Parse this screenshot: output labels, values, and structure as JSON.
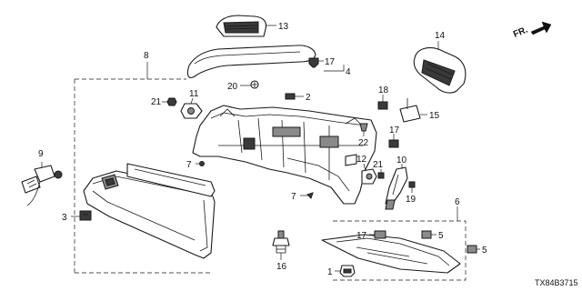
{
  "diagram": {
    "direction_label": "FR.",
    "diagram_code": "TX84B3715",
    "part_numbers": {
      "p1": "1",
      "p2": "2",
      "p3": "3",
      "p4": "4",
      "p5a": "5",
      "p5b": "5",
      "p6": "6",
      "p7a": "7",
      "p7b": "7",
      "p8": "8",
      "p9": "9",
      "p10": "10",
      "p11": "11",
      "p12": "12",
      "p13": "13",
      "p14": "14",
      "p15": "15",
      "p16": "16",
      "p17a": "17",
      "p17b": "17",
      "p17c": "17",
      "p18": "18",
      "p19": "19",
      "p20": "20",
      "p21a": "21",
      "p21b": "21",
      "p22": "22"
    }
  }
}
